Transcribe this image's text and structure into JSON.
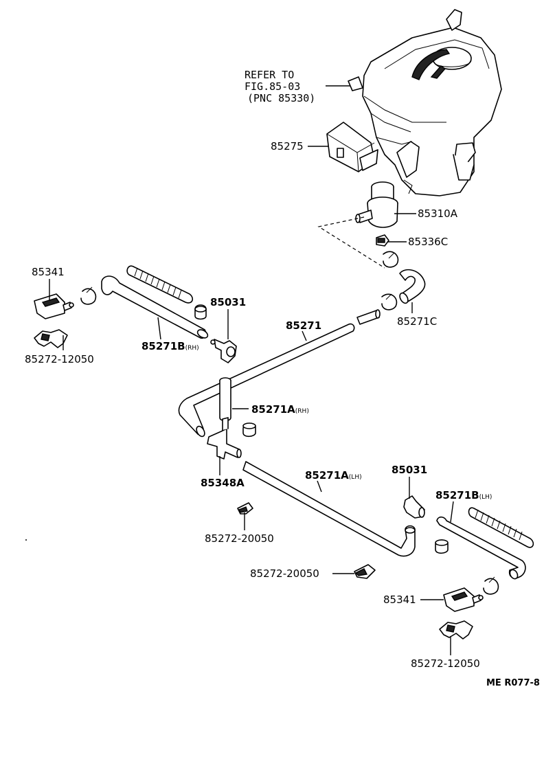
{
  "refer_note": {
    "line1": "REFER TO",
    "line2": "FIG.85-03",
    "line3": "(PNC 85330)"
  },
  "labels": {
    "p85275": "85275",
    "p85310A": "85310A",
    "p85336C": "85336C",
    "p85341_left": "85341",
    "p85031_left": "85031",
    "p85271": "85271",
    "p85271C": "85271C",
    "p85271B_rh": "85271B",
    "p85271B_rh_sub": "(RH)",
    "p85272_12050_left": "85272-12050",
    "p85271A_rh": "85271A",
    "p85271A_rh_sub": "(RH)",
    "p85348A": "85348A",
    "p85271A_lh": "85271A",
    "p85271A_lh_sub": "(LH)",
    "p85031_right": "85031",
    "p85271B_lh": "85271B",
    "p85271B_lh_sub": "(LH)",
    "p85272_20050_mid": "85272-20050",
    "p85272_20050_right": "85272-20050",
    "p85341_right": "85341",
    "p85272_12050_right": "85272-12050"
  },
  "figure_code": "ME R077-8"
}
